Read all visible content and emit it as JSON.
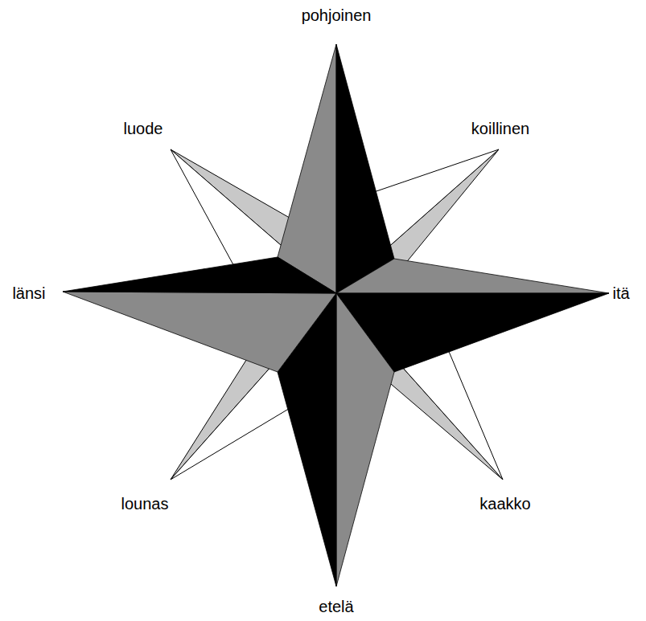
{
  "diagram": {
    "labels": [
      "pohjoinen",
      "luode",
      "koillinen",
      "länsi",
      "itä",
      "lounas",
      "kaakko",
      "etelä"
    ]
  }
}
